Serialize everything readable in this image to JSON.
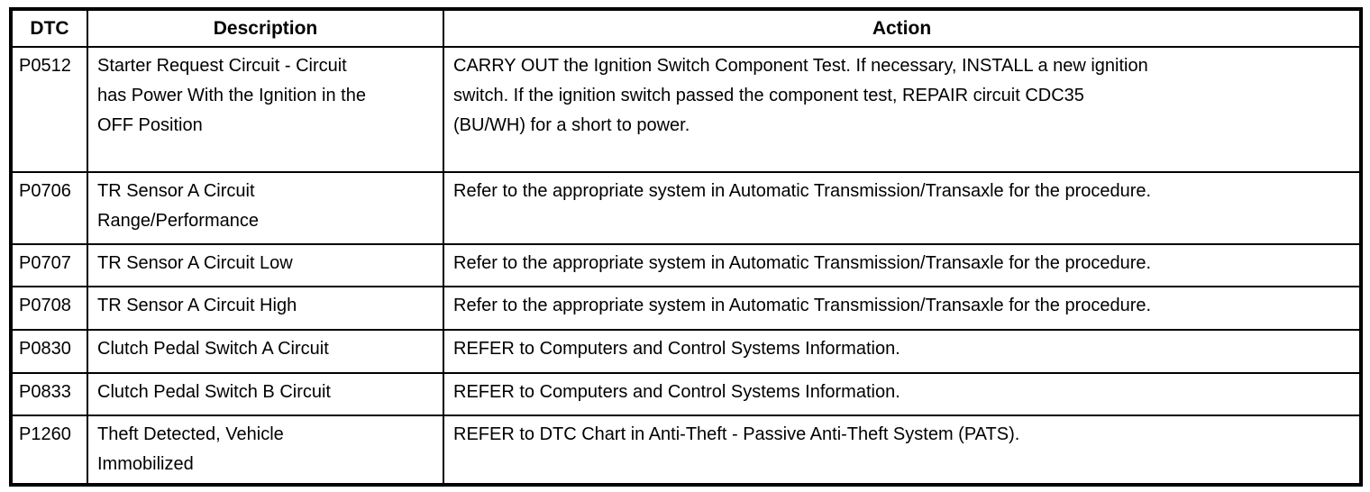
{
  "table": {
    "headers": [
      "DTC",
      "Description",
      "Action"
    ],
    "rows": [
      {
        "dtc": "P0512",
        "description": "Starter Request Circuit - Circuit\nhas Power With the Ignition in the\nOFF Position",
        "action": "CARRY OUT the Ignition Switch Component Test. If necessary, INSTALL a new ignition\nswitch. If the ignition switch passed the component test, REPAIR circuit CDC35\n(BU/WH) for a short to power."
      },
      {
        "dtc": "P0706",
        "description": "TR Sensor A Circuit\nRange/Performance",
        "action": "Refer to the appropriate system in Automatic Transmission/Transaxle for the procedure."
      },
      {
        "dtc": "P0707",
        "description": "TR Sensor A Circuit Low",
        "action": "Refer to the appropriate system in Automatic Transmission/Transaxle for the procedure."
      },
      {
        "dtc": "P0708",
        "description": "TR Sensor A Circuit High",
        "action": "Refer to the appropriate system in Automatic Transmission/Transaxle for the procedure."
      },
      {
        "dtc": "P0830",
        "description": "Clutch Pedal Switch A Circuit",
        "action": "REFER to Computers and Control Systems Information."
      },
      {
        "dtc": "P0833",
        "description": "Clutch Pedal Switch B Circuit",
        "action": "REFER to Computers and Control Systems Information."
      },
      {
        "dtc": "P1260",
        "description": "Theft Detected, Vehicle\nImmobilized",
        "action": "REFER to DTC Chart in Anti-Theft - Passive Anti-Theft System (PATS)."
      }
    ],
    "text_color": "#000000",
    "border_color": "#000000",
    "background_color": "#ffffff"
  }
}
